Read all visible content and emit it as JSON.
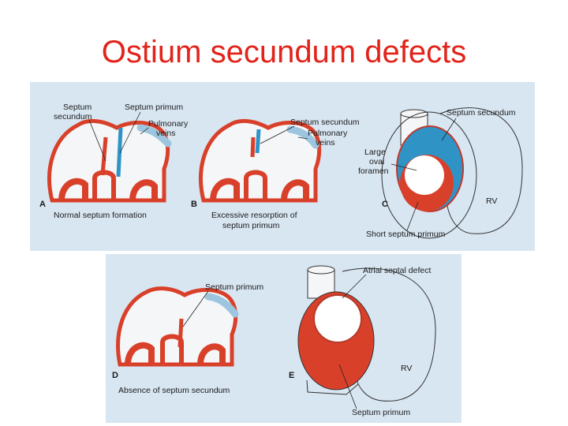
{
  "slide": {
    "title": "Ostium secundum defects"
  },
  "colors": {
    "title": "#e2231a",
    "panel_background": "#d8e6f2",
    "tissue_red": "#d9402a",
    "septum_blue": "#2f93c6",
    "heart_white": "#f4f6f8"
  },
  "panels": {
    "a": {
      "letter": "A",
      "caption": "Normal septum formation",
      "labels": {
        "septum_secundum_1": "Septum",
        "septum_secundum_2": "secundum",
        "septum_primum": "Septum primum",
        "pulmonary_veins_1": "Pulmonary",
        "pulmonary_veins_2": "veins"
      }
    },
    "b": {
      "letter": "B",
      "caption_1": "Excessive resorption of",
      "caption_2": "septum primum",
      "labels": {
        "septum_secundum": "Septum secundum",
        "pulmonary_veins_1": "Pulmonary",
        "pulmonary_veins_2": "veins"
      }
    },
    "c": {
      "letter": "C",
      "labels": {
        "septum_secundum": "Septum secundum",
        "large_1": "Large",
        "large_2": "oval",
        "large_3": "foramen",
        "rv": "RV",
        "short_septum_primum": "Short septum primum"
      }
    },
    "d": {
      "letter": "D",
      "caption": "Absence of septum secundum",
      "labels": {
        "septum_primum": "Septum primum"
      }
    },
    "e": {
      "letter": "E",
      "labels": {
        "atrial_septal_defect": "Atrial septal defect",
        "rv": "RV",
        "septum_primum": "Septum primum"
      }
    }
  }
}
